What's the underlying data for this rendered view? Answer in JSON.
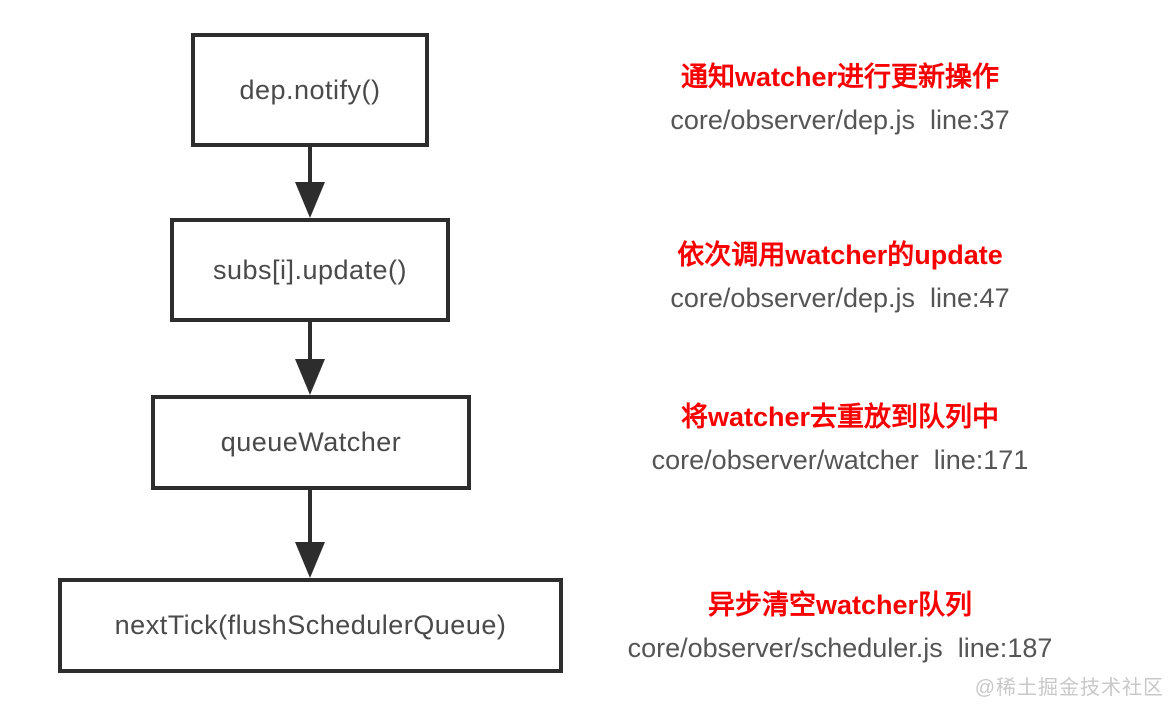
{
  "diagram": {
    "type": "flowchart",
    "direction": "top-down",
    "nodes": [
      {
        "label": "dep.notify()",
        "note": "通知watcher进行更新操作",
        "source": "core/observer/dep.js  line:37"
      },
      {
        "label": "subs[i].update()",
        "note": "依次调用watcher的update",
        "source": "core/observer/dep.js  line:47"
      },
      {
        "label": "queueWatcher",
        "note": "将watcher去重放到队列中",
        "source": "core/observer/watcher  line:171"
      },
      {
        "label": "nextTick(flushSchedulerQueue)",
        "note": "异步清空watcher队列",
        "source": "core/observer/scheduler.js  line:187"
      }
    ],
    "colors": {
      "box_border": "#2d2d2d",
      "box_text": "#4a4a4a",
      "note_red": "#f90000",
      "source_gray": "#555555",
      "arrow": "#2d2d2d"
    }
  },
  "watermark": "@稀土掘金技术社区"
}
